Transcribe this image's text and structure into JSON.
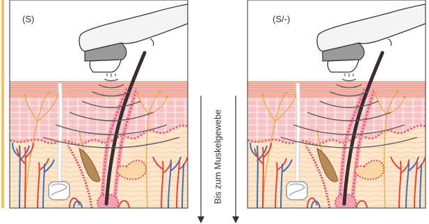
{
  "panels": [
    {
      "label": "(S)"
    },
    {
      "label": "(S/-)"
    }
  ],
  "depth_label": "Bis zum Muskelgewebe",
  "colors": {
    "dermis": "#fbe2c8",
    "epidermis": "#f5b4aa",
    "epidermis_stripe": "#e79486",
    "skin_cells": "#f9cfcf",
    "follicle": "#f2a2b0",
    "hair": "#3b2b34",
    "artery": "#e0453a",
    "vein": "#3d6fb6",
    "nerve": "#e9a743",
    "accent_bar": "#f4c25a",
    "handpiece": "#f4f4f4",
    "handpiece_head": "#9a9a9a",
    "wave": "#5a5a5a"
  }
}
